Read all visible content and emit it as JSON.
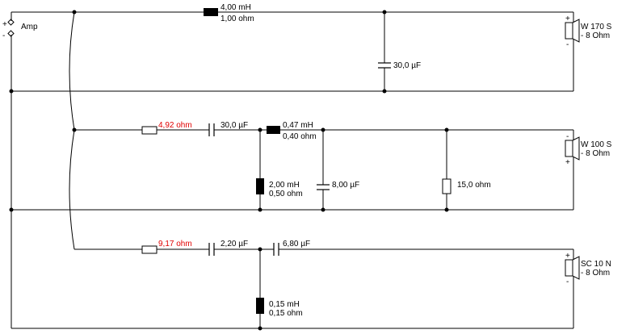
{
  "amp": {
    "label": "Amp",
    "plus": "+",
    "minus": "-"
  },
  "branch_top": {
    "inductor_value": "4,00 mH",
    "inductor_resistance": "1,00 ohm",
    "capacitor_value": "30,0 µF",
    "speaker_name": "W 170 S",
    "speaker_impedance": "- 8 Ohm",
    "speaker_plus": "+",
    "speaker_minus": "-"
  },
  "branch_mid": {
    "series_resistor": "4,92 ohm",
    "series_capacitor": "30,0 µF",
    "series_inductor_value": "0,47 mH",
    "series_inductor_resistance": "0,40 ohm",
    "shunt_inductor_value": "2,00 mH",
    "shunt_inductor_resistance": "0,50 ohm",
    "shunt_capacitor": "8,00 µF",
    "shunt_resistor": "15,0 ohm",
    "speaker_name": "W 100 S",
    "speaker_impedance": "- 8 Ohm",
    "speaker_plus": "+",
    "speaker_minus": "-"
  },
  "branch_bottom": {
    "series_resistor": "9,17 ohm",
    "series_capacitor_1": "2,20 µF",
    "series_capacitor_2": "6,80 µF",
    "shunt_inductor_value": "0,15 mH",
    "shunt_inductor_resistance": "0,15 ohm",
    "speaker_name": "SC 10 N",
    "speaker_impedance": "- 8 Ohm",
    "speaker_plus": "+",
    "speaker_minus": "-"
  },
  "colors": {
    "wire": "#000000",
    "highlight_text": "#e00000",
    "background": "#ffffff"
  }
}
